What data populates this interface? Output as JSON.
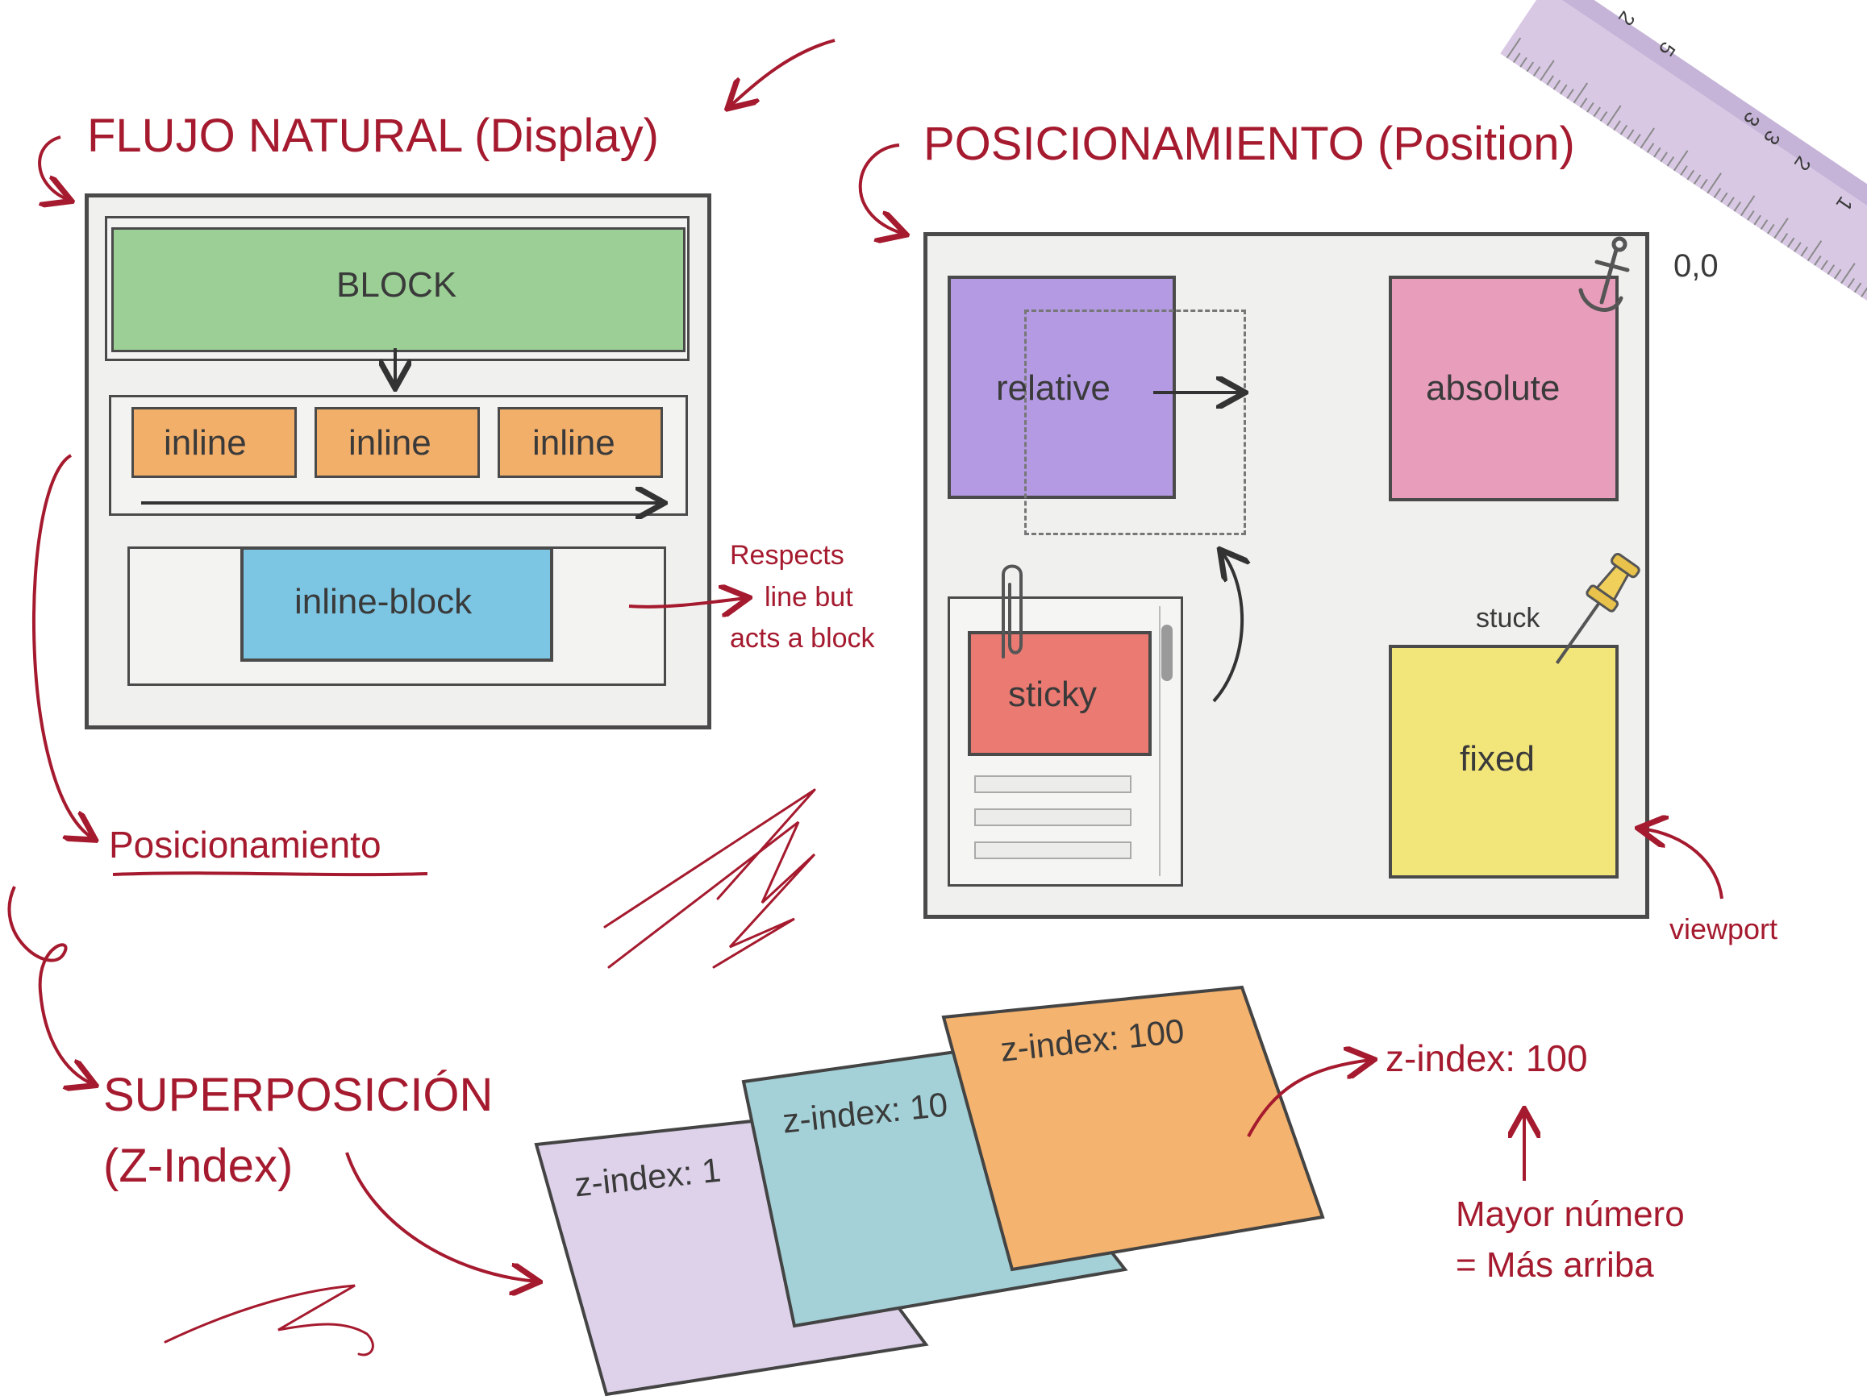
{
  "display": {
    "title": "FLUJO NATURAL (Display)",
    "block_label": "BLOCK",
    "inline_labels": [
      "inline",
      "inline",
      "inline"
    ],
    "inline_block_label": "inline-block",
    "note_lines": [
      "Respects",
      "line but",
      "acts a block"
    ],
    "next_link": "Posicionamiento"
  },
  "position": {
    "title": "POSICIONAMIENTO (Position)",
    "origin_label": "0,0",
    "relative_label": "relative",
    "absolute_label": "absolute",
    "sticky_label": "sticky",
    "fixed_label": "fixed",
    "stuck_label": "stuck",
    "viewport_label": "viewport"
  },
  "zindex": {
    "title_line1": "SUPERPOSICIÓN",
    "title_line2": "(Z-Index)",
    "card_labels": [
      "z-index: 1",
      "z-index: 10",
      "z-index: 100"
    ],
    "callout": "z-index: 100",
    "note_line1": "Mayor número",
    "note_line2": "= Más arriba"
  },
  "ruler": {
    "marks": [
      "2",
      "5",
      "3",
      "3",
      "2",
      "1"
    ]
  },
  "colors": {
    "accent_red": "#a51a2e",
    "block_green": "#9bcf95",
    "inline_orange": "#f2af6a",
    "inline_block_blue": "#7cc6e3",
    "relative_purple": "#b39ae2",
    "absolute_pink": "#e89ebb",
    "sticky_red": "#eb7a72",
    "fixed_yellow": "#f2e57a",
    "z1_lavender": "#ddd2ea",
    "z10_teal": "#a3d1d7",
    "z100_orange": "#f4b36e",
    "ruler_lilac": "#d6c3e3"
  },
  "icons": [
    "anchor-icon",
    "pushpin-icon",
    "paperclip-icon"
  ]
}
